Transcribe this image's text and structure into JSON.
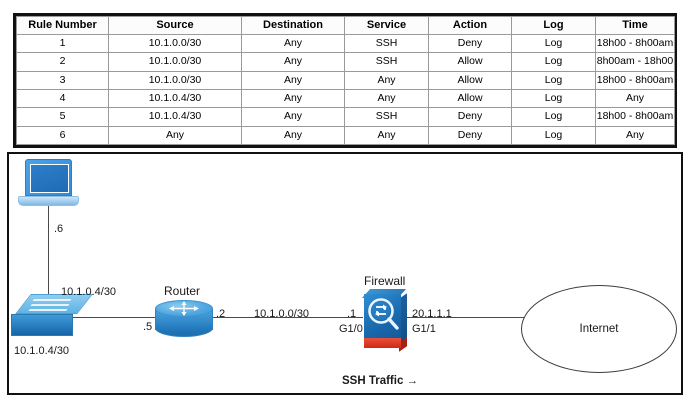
{
  "table": {
    "columns": [
      "Rule Number",
      "Source",
      "Destination",
      "Service",
      "Action",
      "Log",
      "Time"
    ],
    "rows": [
      [
        "1",
        "10.1.0.0/30",
        "Any",
        "SSH",
        "Deny",
        "Log",
        "18h00 - 8h00am"
      ],
      [
        "2",
        "10.1.0.0/30",
        "Any",
        "SSH",
        "Allow",
        "Log",
        "8h00am - 18h00"
      ],
      [
        "3",
        "10.1.0.0/30",
        "Any",
        "Any",
        "Allow",
        "Log",
        "18h00 - 8h00am"
      ],
      [
        "4",
        "10.1.0.4/30",
        "Any",
        "Any",
        "Allow",
        "Log",
        "Any"
      ],
      [
        "5",
        "10.1.0.4/30",
        "Any",
        "SSH",
        "Deny",
        "Log",
        "18h00 - 8h00am"
      ],
      [
        "6",
        "Any",
        "Any",
        "Any",
        "Deny",
        "Log",
        "Any"
      ]
    ]
  },
  "diagram": {
    "nodes": {
      "laptop": {
        "name": "laptop"
      },
      "switch": {
        "name": "switch"
      },
      "router": {
        "label": "Router"
      },
      "firewall": {
        "label": "Firewall"
      },
      "internet": {
        "label": "Internet"
      }
    },
    "labels": {
      "laptop_host": ".6",
      "switch_subnet_top": "10.1.0.4/30",
      "switch_subnet_bottom": "10.1.0.4/30",
      "router_left_ip": ".5",
      "router_right_ip": ".2",
      "wan_subnet": "10.1.0.0/30",
      "firewall_inside_ip": ".1",
      "firewall_inside_intf": "G1/0",
      "firewall_outside_ip": "20.1.1.1",
      "firewall_outside_intf": "G1/1",
      "traffic_flow": "SSH Traffic →"
    }
  },
  "colors": {
    "border": "#111111",
    "grid": "#9a9a9a",
    "device_blue": "#2077bb",
    "firewall_red": "#cf2a16",
    "link": "#4a4a4a"
  }
}
